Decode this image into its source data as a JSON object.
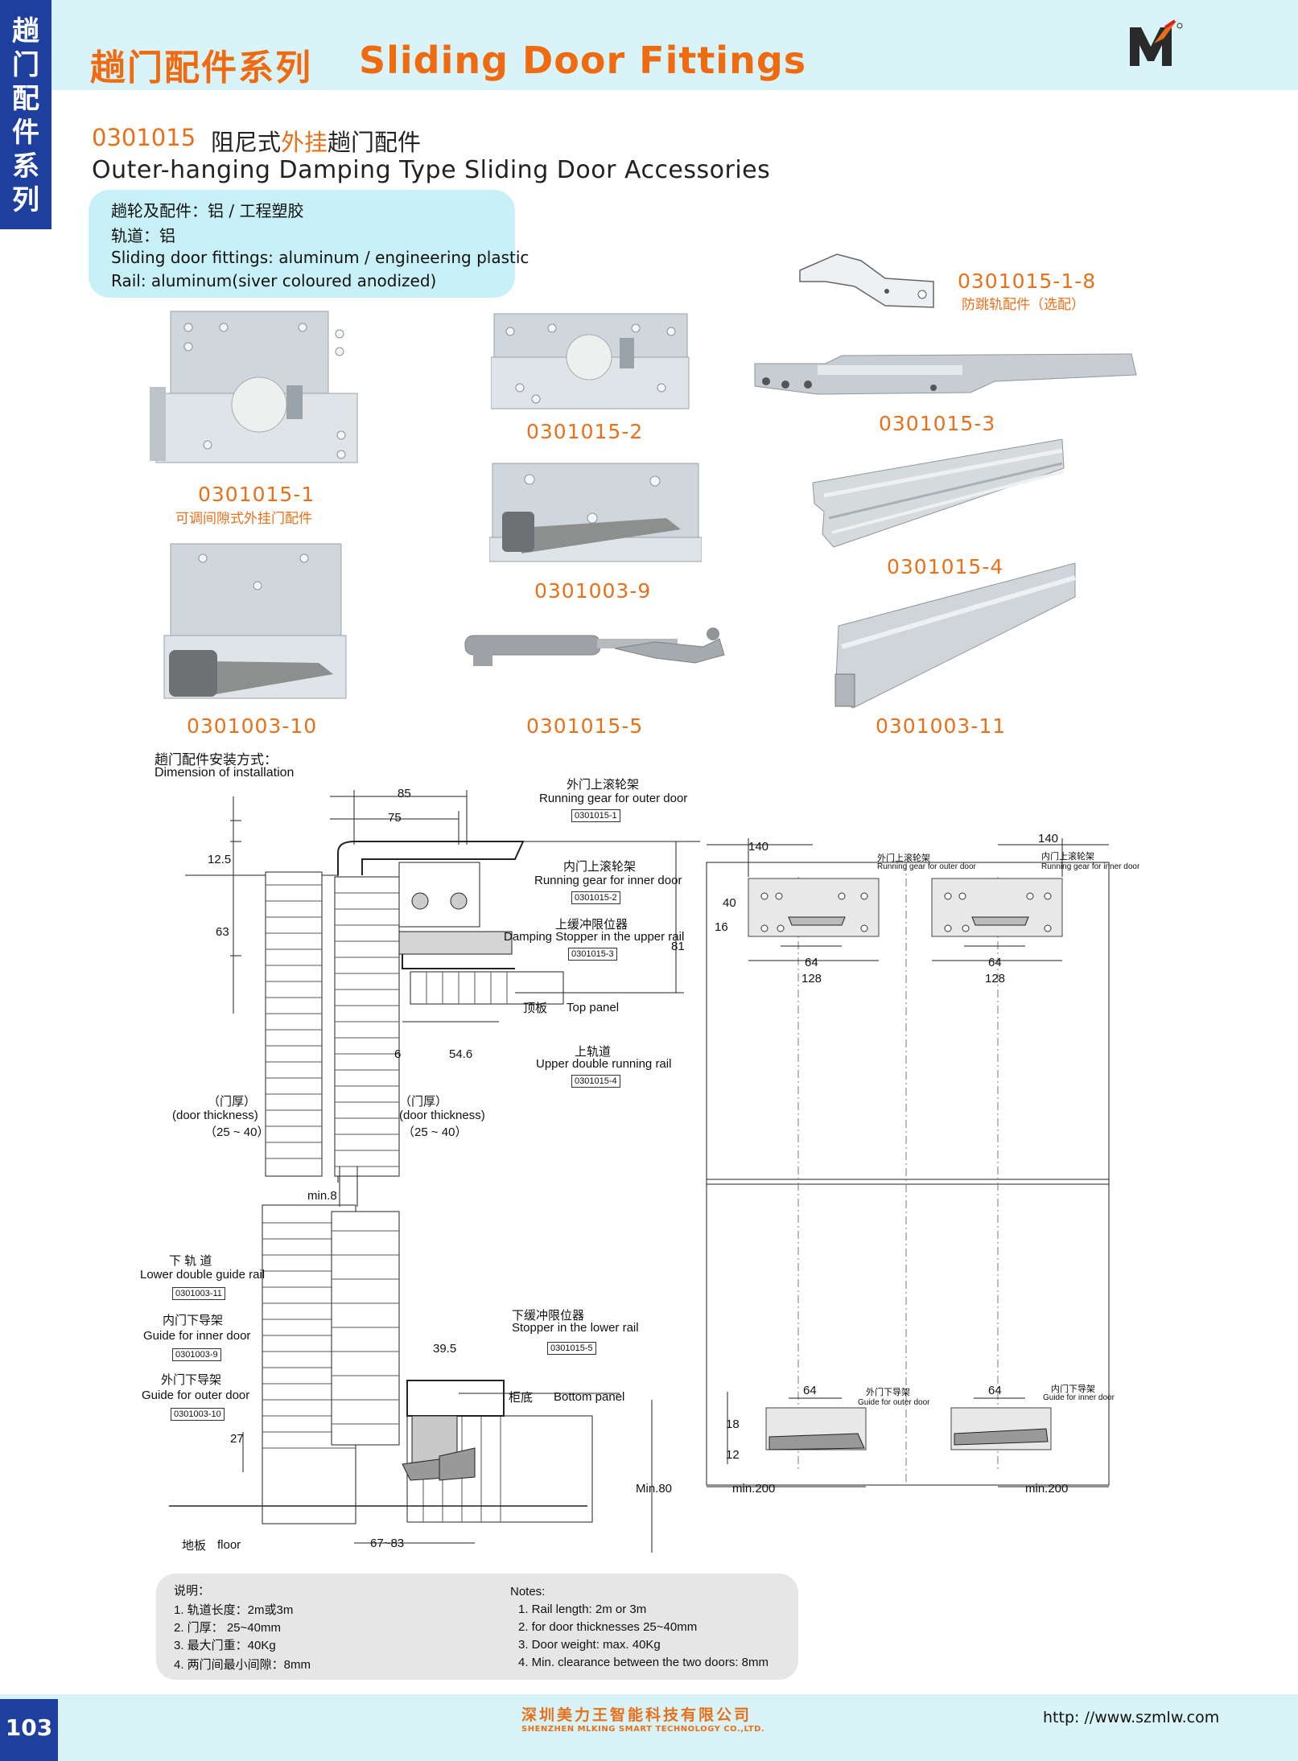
{
  "header": {
    "side_tab": [
      "趟",
      "门",
      "配",
      "件",
      "系",
      "列"
    ],
    "title_cn": "趟门配件系列",
    "title_en": "Sliding Door Fittings"
  },
  "product": {
    "code": "0301015",
    "name_cn_a": "阻尼式",
    "name_cn_b": "外挂",
    "name_cn_c": "趟门配件",
    "name_en": "Outer-hanging Damping Type Sliding Door Accessories",
    "spec": [
      "趟轮及配件：铝 / 工程塑胶",
      "轨道：铝",
      "Sliding door fittings: aluminum / engineering plastic",
      "Rail: aluminum(siver coloured anodized)"
    ]
  },
  "parts": [
    {
      "code": "0301015-1",
      "cn": "可调间隙式外挂门配件"
    },
    {
      "code": "0301015-2"
    },
    {
      "code": "0301015-3"
    },
    {
      "code": "0301015-1-8",
      "cn": "防跳轨配件（选配）"
    },
    {
      "code": "0301003-9"
    },
    {
      "code": "0301015-4"
    },
    {
      "code": "0301003-10"
    },
    {
      "code": "0301015-5"
    },
    {
      "code": "0301003-11"
    }
  ],
  "diagram": {
    "title_cn": "趟门配件安装方式：",
    "title_en": "Dimension of installation",
    "dims": {
      "d85": "85",
      "d75": "75",
      "d12_5": "12.5",
      "d63": "63",
      "d81": "81",
      "d6": "6",
      "d54_6": "54.6",
      "min8": "min.8",
      "d39_5": "39.5",
      "d27": "27",
      "min80": "Min.80",
      "d67_83": "67~83",
      "d140a": "140",
      "d140b": "140",
      "d40": "40",
      "d16": "16",
      "d64a": "64",
      "d128a": "128",
      "d64b": "64",
      "d128b": "128",
      "d64c": "64",
      "d64d": "64",
      "d18": "18",
      "d12": "12",
      "min200a": "min.200",
      "min200b": "min.200"
    },
    "labels": {
      "outer_running_cn": "外门上滚轮架",
      "outer_running_en": "Running gear for outer door",
      "outer_running_code": "0301015-1",
      "inner_running_cn": "内门上滚轮架",
      "inner_running_en": "Running gear for inner door",
      "inner_running_code": "0301015-2",
      "upper_stop_cn": "上缓冲限位器",
      "upper_stop_en": "Damping Stopper in the upper rail",
      "upper_stop_code": "0301015-3",
      "top_panel_cn": "顶板",
      "top_panel_en": "Top panel",
      "upper_rail_cn": "上轨道",
      "upper_rail_en": "Upper double running rail",
      "upper_rail_code": "0301015-4",
      "thick_cn": "（门厚）",
      "thick_en": "(door thickness)",
      "thick_range": "（25 ~ 40）",
      "lower_rail_cn": "下 轨 道",
      "lower_rail_en": "Lower double guide rail",
      "lower_rail_code": "0301003-11",
      "inner_guide_cn": "内门下导架",
      "inner_guide_en": "Guide for inner door",
      "inner_guide_code": "0301003-9",
      "outer_guide_cn": "外门下导架",
      "outer_guide_en": "Guide for outer door",
      "outer_guide_code": "0301003-10",
      "lower_stop_cn": "下缓冲限位器",
      "lower_stop_en": "Stopper in the lower rail",
      "lower_stop_code": "0301015-5",
      "bottom_panel_cn": "柜底",
      "bottom_panel_en": "Bottom panel",
      "floor_cn": "地板",
      "floor_en": "floor",
      "r_outer_cn": "外门上滚轮架",
      "r_outer_en": "Running gear for outer door",
      "r_inner_cn": "内门上滚轮架",
      "r_inner_en": "Running gear for inner door",
      "r_outer_guide_cn": "外门下导架",
      "r_outer_guide_en": "Guide for outer door",
      "r_inner_guide_cn": "内门下导架",
      "r_inner_guide_en": "Guide for inner door"
    }
  },
  "notes": {
    "cn_title": "说明：",
    "cn": [
      "1. 轨道长度：2m或3m",
      "2. 门厚：  25~40mm",
      "3. 最大门重：40Kg",
      "4. 两门间最小间隙：8mm"
    ],
    "en_title": "Notes:",
    "en": [
      "1. Rail length:  2m or 3m",
      "2. for door thicknesses 25~40mm",
      "3. Door weight: max. 40Kg",
      "4. Min. clearance between the two doors:  8mm"
    ]
  },
  "footer": {
    "page": "103",
    "company_cn": "深圳美力王智能科技有限公司",
    "company_en": "SHENZHEN MLKING SMART TECHNOLOGY CO.,LTD.",
    "website": "http: //www.szmlw.com"
  },
  "colors": {
    "accent": "#e8701a",
    "brand_blue": "#1f3f9e",
    "band": "#d8f4f8",
    "spec_bg": "#c8f1f7"
  }
}
